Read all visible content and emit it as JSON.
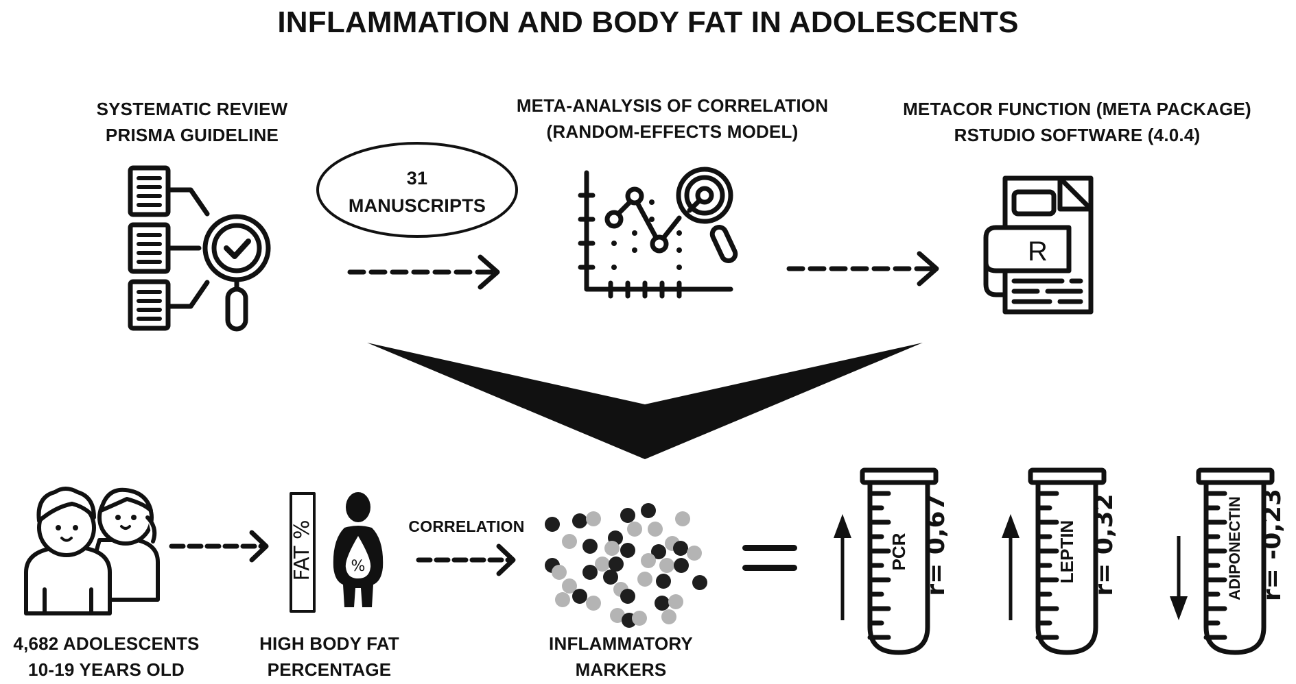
{
  "title": "INFLAMMATION AND BODY FAT IN ADOLESCENTS",
  "top_row": {
    "step1": {
      "line1": "SYSTEMATIC REVIEW",
      "line2": "PRISMA GUIDELINE",
      "icon": "document-search-check-icon"
    },
    "connector1": {
      "bubble_line1": "31",
      "bubble_line2": "MANUSCRIPTS"
    },
    "step2": {
      "line1": "META-ANALYSIS OF CORRELATION",
      "line2": "(RANDOM-EFFECTS MODEL)",
      "icon": "chart-analysis-magnifier-icon"
    },
    "step3": {
      "line1": "METACOR FUNCTION (META PACKAGE)",
      "line2": "RSTUDIO SOFTWARE (4.0.4)",
      "icon": "r-document-icon",
      "icon_letter": "R"
    }
  },
  "bottom_row": {
    "population": {
      "line1": "4,682 ADOLESCENTS",
      "line2": "10-19 YEARS OLD",
      "icon": "adolescents-icon"
    },
    "exposure": {
      "line1": "HIGH BODY FAT",
      "line2": "PERCENTAGE",
      "icon": "body-fat-icon",
      "gauge_text": "FAT %",
      "body_symbol": "%"
    },
    "relation_label": "CORRELATION",
    "outcome": {
      "line1": "INFLAMMATORY",
      "line2": "MARKERS",
      "icon": "markers-dots-icon"
    },
    "equals": "=",
    "markers": [
      {
        "name": "PCR",
        "r_label": "r= 0,67",
        "r": 0.67,
        "direction": "up"
      },
      {
        "name": "LEPTIN",
        "r_label": "r= 0,32",
        "r": 0.32,
        "direction": "up"
      },
      {
        "name": "ADIPONECTIN",
        "r_label": "r= -0,23",
        "r": -0.23,
        "direction": "down"
      }
    ]
  },
  "colors": {
    "ink": "#111111",
    "dot_dark": "#1e1e1e",
    "dot_light": "#b4b4b4",
    "background": "#ffffff"
  }
}
